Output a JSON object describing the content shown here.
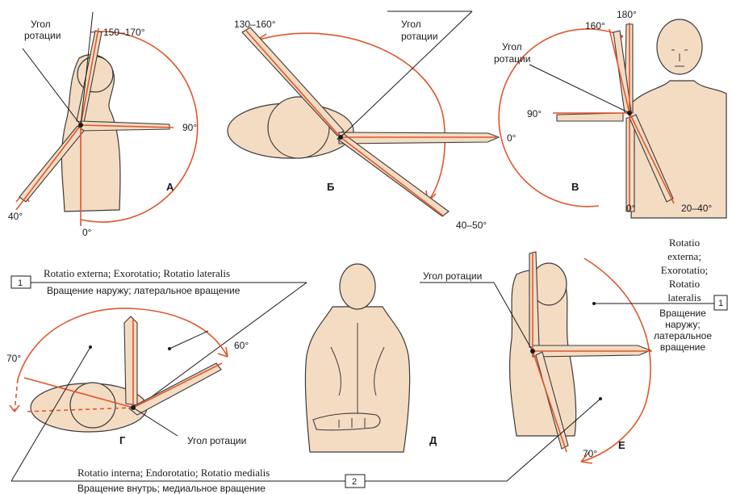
{
  "figure_A": {
    "letter": "А",
    "rotation_label_line1": "Угол",
    "rotation_label_line2": "ротации",
    "angle_top": "150–170°",
    "angle_right": "90°",
    "angle_left": "40°",
    "angle_bottom": "0°"
  },
  "figure_B": {
    "letter": "Б",
    "rotation_label_line1": "Угол",
    "rotation_label_line2": "ротации",
    "angle_top": "130–160°",
    "angle_right": "0°",
    "angle_bottom": "40–50°"
  },
  "figure_V": {
    "letter": "В",
    "rotation_label_line1": "Угол",
    "rotation_label_line2": "ротации",
    "angle_180": "180°",
    "angle_160": "160°",
    "angle_90": "90°",
    "angle_0": "0°",
    "angle_20_40": "20–40°"
  },
  "figure_G": {
    "letter": "Г",
    "box_number": "1",
    "latin_external": "Rotatio externa; Exorotatio; Rotatio lateralis",
    "russian_external": "Вращение наружу; латеральное вращение",
    "angle_left": "70°",
    "angle_right": "60°",
    "rotation_label": "Угол ротации"
  },
  "figure_D": {
    "letter": "Д"
  },
  "figure_E": {
    "letter": "Е",
    "rotation_label": "Угол ротации",
    "box_number": "1",
    "latin_lines": [
      "Rotatio",
      "externa;",
      "Exorotatio;",
      "Rotatio",
      "lateralis"
    ],
    "russian_lines": [
      "Вращение",
      "наружу;",
      "латеральное",
      "вращение"
    ],
    "angle_bottom": "70°"
  },
  "bottom": {
    "box_number": "2",
    "latin_internal": "Rotatio interna; Endorotatio; Rotatio medialis",
    "russian_internal": "Вращение внутрь; медиальное вращение"
  }
}
